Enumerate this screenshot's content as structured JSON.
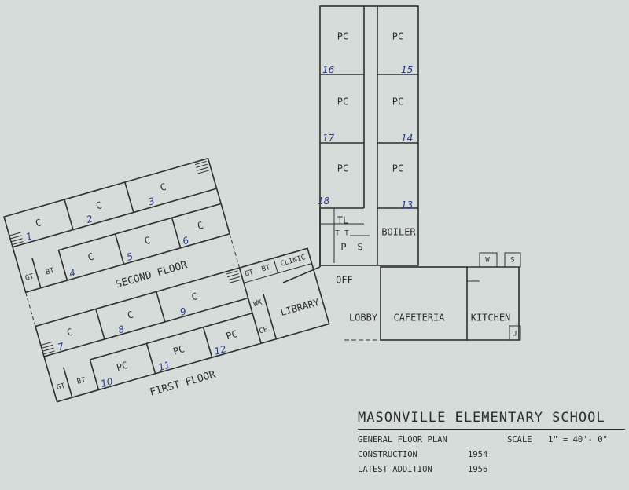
{
  "title": "MASONVILLE ELEMENTARY SCHOOL",
  "notes": {
    "plan": "GENERAL FLOOR PLAN",
    "scale_label": "SCALE",
    "scale_value": "1\" = 40'- 0\"",
    "construction_label": "CONSTRUCTION",
    "construction_year": "1954",
    "addition_label": "LATEST ADDITION",
    "addition_year": "1956"
  },
  "floors": {
    "second": "SECOND FLOOR",
    "first": "FIRST FLOOR"
  },
  "rooms": {
    "pc": "PC",
    "c": "C",
    "gt": "GT",
    "bt": "BT",
    "tl": "TL",
    "t": "T",
    "p": "P",
    "s": "S",
    "w": "W",
    "j": "J",
    "boiler": "BOILER",
    "cafeteria": "CAFETERIA",
    "kitchen": "KITCHEN",
    "lobby": "LOBBY",
    "off": "OFF",
    "clinic": "CLINIC",
    "library": "LIBRARY",
    "wk": "WK",
    "cf": "CF."
  },
  "room_numbers": [
    "1",
    "2",
    "3",
    "4",
    "5",
    "6",
    "7",
    "8",
    "9",
    "10",
    "11",
    "12",
    "13",
    "14",
    "15",
    "16",
    "17",
    "18"
  ]
}
